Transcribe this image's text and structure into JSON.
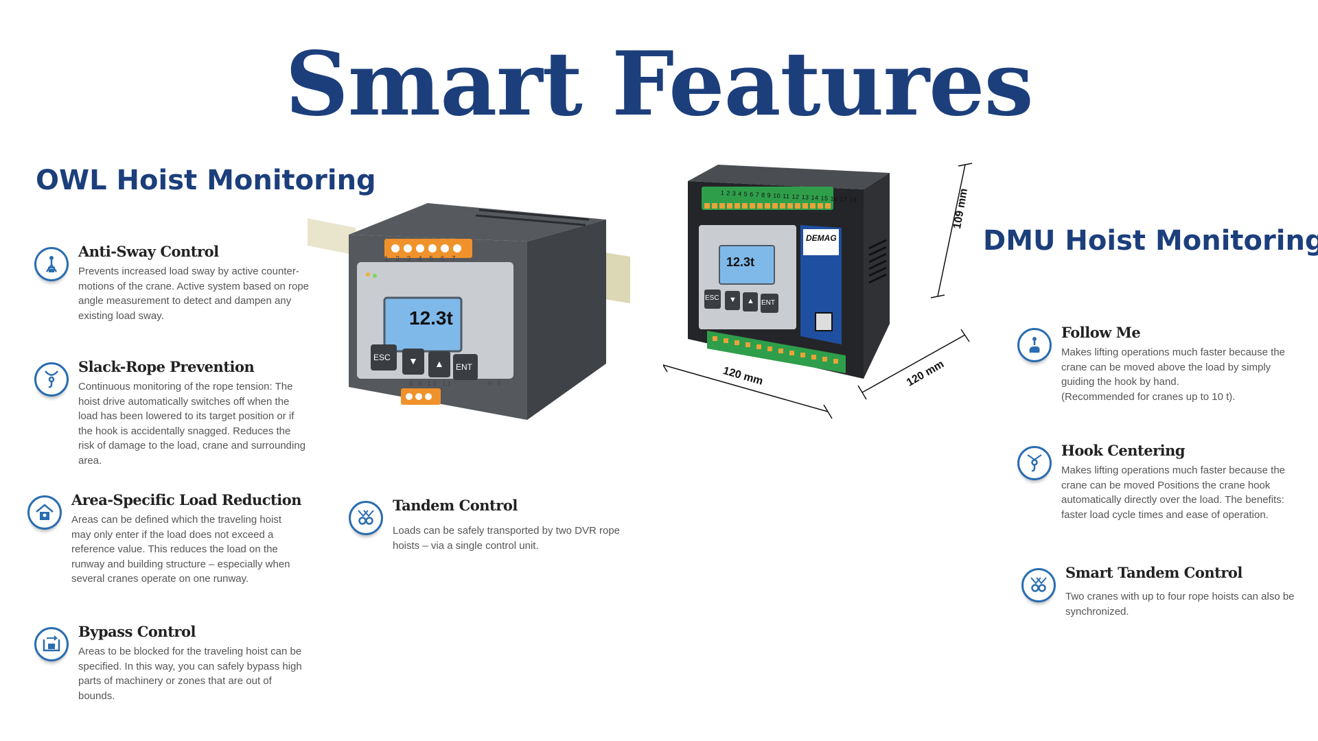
{
  "title": "Smart Features",
  "owl": {
    "heading": "OWL Hoist Monitoring",
    "features": [
      {
        "title": "Anti-Sway Control",
        "text": "Prevents increased load sway by active counter-motions of the crane. Active system based on rope angle measurement to detect and dampen any existing load sway."
      },
      {
        "title": "Slack-Rope Prevention",
        "text": "Continuous monitoring of the rope tension: The hoist drive automatically switches off when the load has been lowered to its target position or if the hook is accidentally snagged. Reduces the risk of damage to the load, crane and surrounding area."
      },
      {
        "title": "Area-Specific Load Reduction",
        "text": "Areas can be defined which the traveling hoist may only enter if the load does not exceed a reference value. This reduces the load on the runway and building structure – especially when several cranes operate on one runway."
      },
      {
        "title": "Bypass Control",
        "text": "Areas to be blocked for the traveling hoist can be specified. In this way, you can safely bypass high parts of machinery or zones that are out of bounds."
      },
      {
        "title": "Tandem Control",
        "text": "Loads can be safely transported by two DVR rope hoists – via a single control unit."
      }
    ],
    "device": {
      "display": "12.3t",
      "buttons": [
        "ESC",
        "▼",
        "▲",
        "ENT"
      ],
      "top_terminals": "1 2 3 4 5 6 7",
      "bottom_terminals": "8 9 10 11",
      "bottom_right": "H F"
    }
  },
  "dmu": {
    "heading": "DMU Hoist Monitoring",
    "features": [
      {
        "title": "Follow Me",
        "text": "Makes lifting operations much faster because the crane can be moved above the load by simply guiding the hook by hand.\n(Recommended for cranes up to 10 t)."
      },
      {
        "title": "Hook Centering",
        "text": "Makes lifting operations much faster because the crane can be moved Positions the crane hook automatically directly over the load. The benefits: faster load cycle times and ease of operation."
      },
      {
        "title": "Smart Tandem Control",
        "text": "Two cranes with up to four rope hoists can also be synchronized."
      }
    ],
    "device": {
      "display": "12.3t",
      "buttons": [
        "ESC",
        "▼",
        "▲",
        "ENT"
      ],
      "brand": "DEMAG",
      "terminals": "1 2 3 4 5 6 7 8 9 10 11 12 13 14 15 16 17 18",
      "dim_height": "109 mm",
      "dim_width": "120 mm",
      "dim_depth": "120 mm"
    }
  },
  "colors": {
    "brand_blue": "#1c3f7c",
    "icon_blue": "#2a6db0",
    "text_grey": "#555555"
  }
}
